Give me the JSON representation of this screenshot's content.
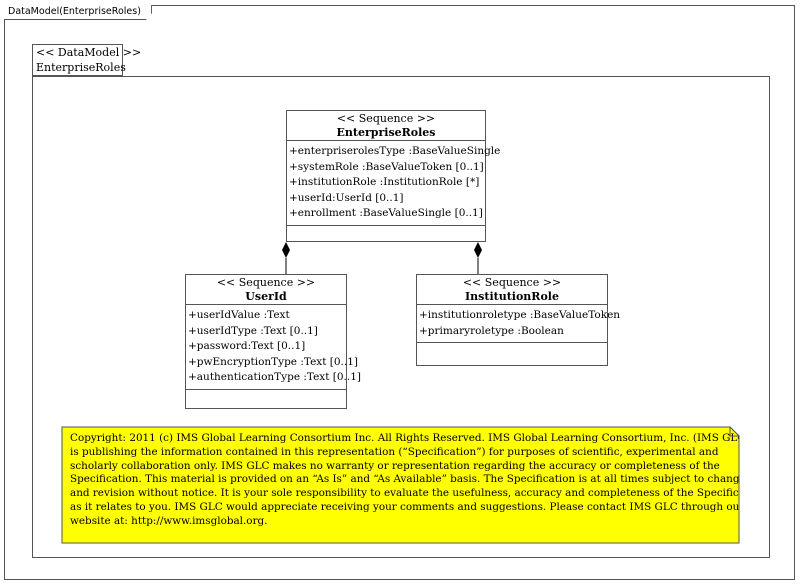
{
  "frame": {
    "title": "DataModel(EnterpriseRoles)"
  },
  "package": {
    "stereotype": "<< DataModel >>",
    "name": "EnterpriseRoles"
  },
  "classes": [
    {
      "stereotype": "<< Sequence >>",
      "name": "EnterpriseRoles",
      "attributes": [
        "+enterpriserolesType  :BaseValueSingle",
        "+systemRole :BaseValueToken [0..1]",
        "+institutionRole  :InstitutionRole  [*]",
        "+userId:UserId [0..1]",
        "+enrollment :BaseValueSingle  [0..1]"
      ]
    },
    {
      "stereotype": "<< Sequence >>",
      "name": "UserId",
      "attributes": [
        "+userIdValue :Text",
        "+userIdType :Text [0..1]",
        "+password:Text [0..1]",
        "+pwEncryptionType  :Text [0..1]",
        "+authenticationType  :Text [0..1]"
      ]
    },
    {
      "stereotype": "<< Sequence >>",
      "name": "InstitutionRole",
      "attributes": [
        "+institutionroletype  :BaseValueToken",
        "+primaryroletype :Boolean"
      ]
    }
  ],
  "note": {
    "lines": [
      "Copyright: 2011 (c) IMS Global Learning Consortium Inc.  All Rights Reserved.  IMS Global Learning Consortium, Inc. (IMS GLC)",
      "is publishing the information contained in this representation (“Specification”) for purposes of scientific, experimental and",
      "scholarly collaboration only.  IMS GLC makes no warranty or representation regarding  the accuracy or completeness of the",
      "Specification.  This material is provided on an “As Is” and “As Available” basis.  The Specification is at all times subject to change",
      "and revision without notice.  It is your sole responsibility to evaluate the usefulness, accuracy and completeness of the Specification",
      "as it relates to you.  IMS GLC would appreciate receiving your comments and suggestions.  Please contact IMS GLC through our",
      "website at: http://www.imsglobal.org."
    ],
    "color": "#ffff00"
  }
}
